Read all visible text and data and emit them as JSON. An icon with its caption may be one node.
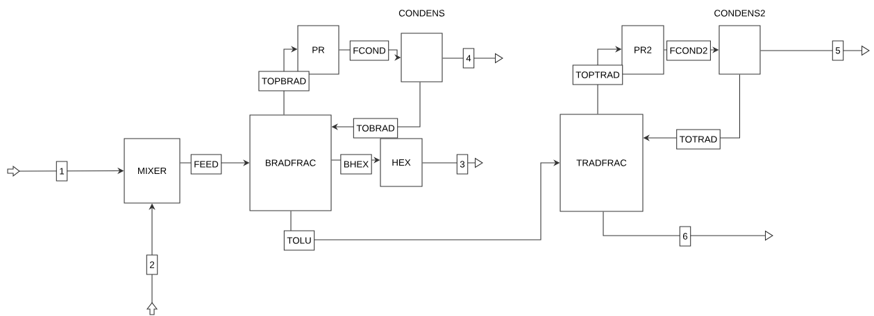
{
  "diagram": {
    "nodes": [
      {
        "text": [
          "MIXER"
        ]
      },
      {
        "text": [
          "BRADFRAC"
        ]
      },
      {
        "text": [
          "PR"
        ]
      },
      {
        "text": [
          "CONDENS"
        ]
      },
      {
        "text": [
          "HEX"
        ]
      },
      {
        "text": [
          "TRADFRAC"
        ]
      },
      {
        "text": [
          "PR2"
        ]
      },
      {
        "text": [
          "CONDENS2"
        ]
      }
    ],
    "edges": [
      {
        "from": null,
        "to": 0,
        "arrow": "to",
        "label": "1"
      },
      {
        "from": null,
        "to": 0,
        "arrow": "to",
        "label": "2"
      },
      {
        "from": 0,
        "to": 1,
        "arrow": "to",
        "label": "FEED"
      },
      {
        "from": 1,
        "to": 2,
        "arrow": "to",
        "label": "TOPBRAD"
      },
      {
        "from": 2,
        "to": 3,
        "arrow": "to",
        "label": "FCOND"
      },
      {
        "from": 3,
        "to": null,
        "arrow": "to",
        "label": "4"
      },
      {
        "from": 3,
        "to": 1,
        "arrow": "to",
        "label": "TOBRAD"
      },
      {
        "from": 1,
        "to": 4,
        "arrow": "to",
        "label": "BHEX"
      },
      {
        "from": 4,
        "to": null,
        "arrow": "to",
        "label": "3"
      },
      {
        "from": 1,
        "to": 5,
        "arrow": "to",
        "label": "TOLU"
      },
      {
        "from": 5,
        "to": 6,
        "arrow": "to",
        "label": "TOPTRAD"
      },
      {
        "from": 6,
        "to": 7,
        "arrow": "to",
        "label": "FCOND2"
      },
      {
        "from": 7,
        "to": null,
        "arrow": "to",
        "label": "5"
      },
      {
        "from": 7,
        "to": 5,
        "arrow": "to",
        "label": "TOTRAD"
      },
      {
        "from": 5,
        "to": null,
        "arrow": "to",
        "label": "6"
      }
    ]
  }
}
